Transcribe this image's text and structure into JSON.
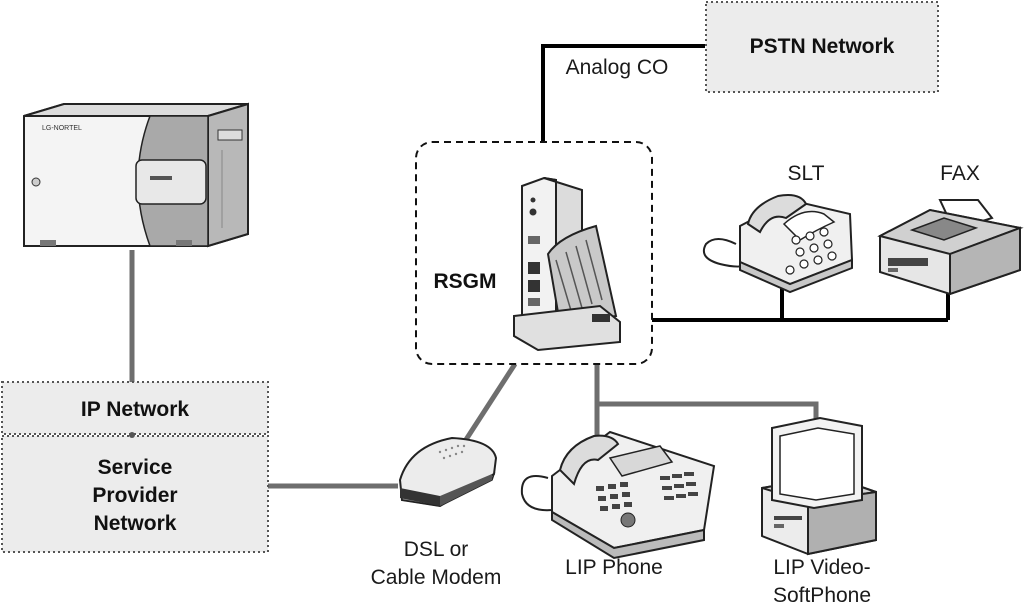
{
  "nodes": {
    "pstn": {
      "label": "PSTN Network"
    },
    "analog_co": {
      "label": "Analog CO"
    },
    "rsgm": {
      "label": "RSGM"
    },
    "slt": {
      "label": "SLT"
    },
    "fax": {
      "label": "FAX"
    },
    "ip_network": {
      "label": "IP Network"
    },
    "service_provider": {
      "label": "Service\nProvider\nNetwork"
    },
    "dsl_modem": {
      "label": "DSL or\nCable Modem"
    },
    "lip_phone": {
      "label": "LIP Phone"
    },
    "lip_video": {
      "label": "LIP Video-\nSoftPhone"
    }
  },
  "colors": {
    "line_dark": "#000000",
    "line_gray": "#6e6e6e",
    "box_fill": "#ececec",
    "box_border": "#555555"
  }
}
